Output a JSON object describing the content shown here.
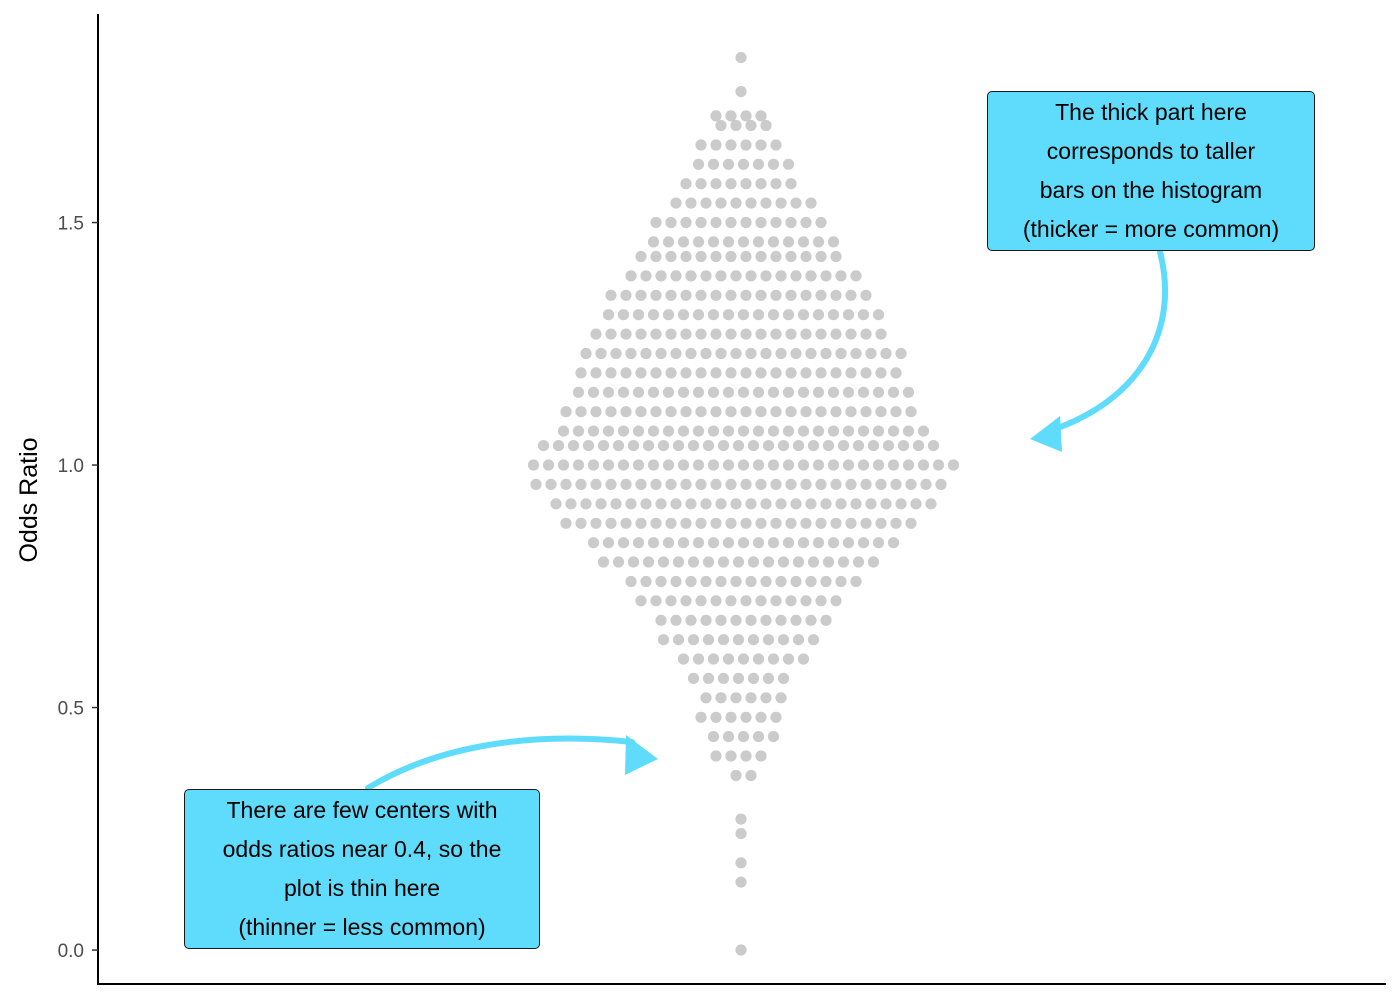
{
  "chart_data": {
    "type": "scatter",
    "subtype": "beeswarm",
    "title": "",
    "xlabel": "",
    "ylabel": "Odds Ratio",
    "ylim": [
      -0.07,
      1.93
    ],
    "yticks": [
      0.0,
      0.5,
      1.0,
      1.5
    ],
    "ytick_labels": [
      "0.0",
      "0.5",
      "1.0",
      "1.5"
    ],
    "grid": false,
    "point_color": "#c2c2c2",
    "bins": [
      {
        "y": 1.84,
        "count": 1
      },
      {
        "y": 1.77,
        "count": 1
      },
      {
        "y": 1.72,
        "count": 4
      },
      {
        "y": 1.7,
        "count": 4
      },
      {
        "y": 1.66,
        "count": 6
      },
      {
        "y": 1.62,
        "count": 7
      },
      {
        "y": 1.58,
        "count": 8
      },
      {
        "y": 1.54,
        "count": 10
      },
      {
        "y": 1.5,
        "count": 12
      },
      {
        "y": 1.46,
        "count": 13
      },
      {
        "y": 1.43,
        "count": 14
      },
      {
        "y": 1.39,
        "count": 16
      },
      {
        "y": 1.35,
        "count": 18
      },
      {
        "y": 1.31,
        "count": 19
      },
      {
        "y": 1.27,
        "count": 20
      },
      {
        "y": 1.23,
        "count": 22
      },
      {
        "y": 1.19,
        "count": 22
      },
      {
        "y": 1.15,
        "count": 23
      },
      {
        "y": 1.11,
        "count": 24
      },
      {
        "y": 1.07,
        "count": 25
      },
      {
        "y": 1.04,
        "count": 27
      },
      {
        "y": 1.0,
        "count": 29
      },
      {
        "y": 0.96,
        "count": 28
      },
      {
        "y": 0.92,
        "count": 26
      },
      {
        "y": 0.88,
        "count": 24
      },
      {
        "y": 0.84,
        "count": 21
      },
      {
        "y": 0.8,
        "count": 19
      },
      {
        "y": 0.76,
        "count": 16
      },
      {
        "y": 0.72,
        "count": 14
      },
      {
        "y": 0.68,
        "count": 12
      },
      {
        "y": 0.64,
        "count": 11
      },
      {
        "y": 0.6,
        "count": 9
      },
      {
        "y": 0.56,
        "count": 7
      },
      {
        "y": 0.52,
        "count": 6
      },
      {
        "y": 0.48,
        "count": 6
      },
      {
        "y": 0.44,
        "count": 5
      },
      {
        "y": 0.4,
        "count": 4
      },
      {
        "y": 0.36,
        "count": 2
      },
      {
        "y": 0.27,
        "count": 1
      },
      {
        "y": 0.24,
        "count": 1
      },
      {
        "y": 0.18,
        "count": 1
      },
      {
        "y": 0.14,
        "count": 1
      },
      {
        "y": 0.0,
        "count": 1
      }
    ],
    "annotations": [
      {
        "lines": [
          "The thick part here",
          "corresponds to taller",
          "bars on the histogram",
          "(thicker = more common)"
        ],
        "arrow_target_y": 1.05
      },
      {
        "lines": [
          "There are few centers with",
          "odds ratios near 0.4, so the",
          "plot is thin here",
          "(thinner = less common)"
        ],
        "arrow_target_y": 0.4
      }
    ],
    "annotation_color": "#5fdcfc"
  }
}
